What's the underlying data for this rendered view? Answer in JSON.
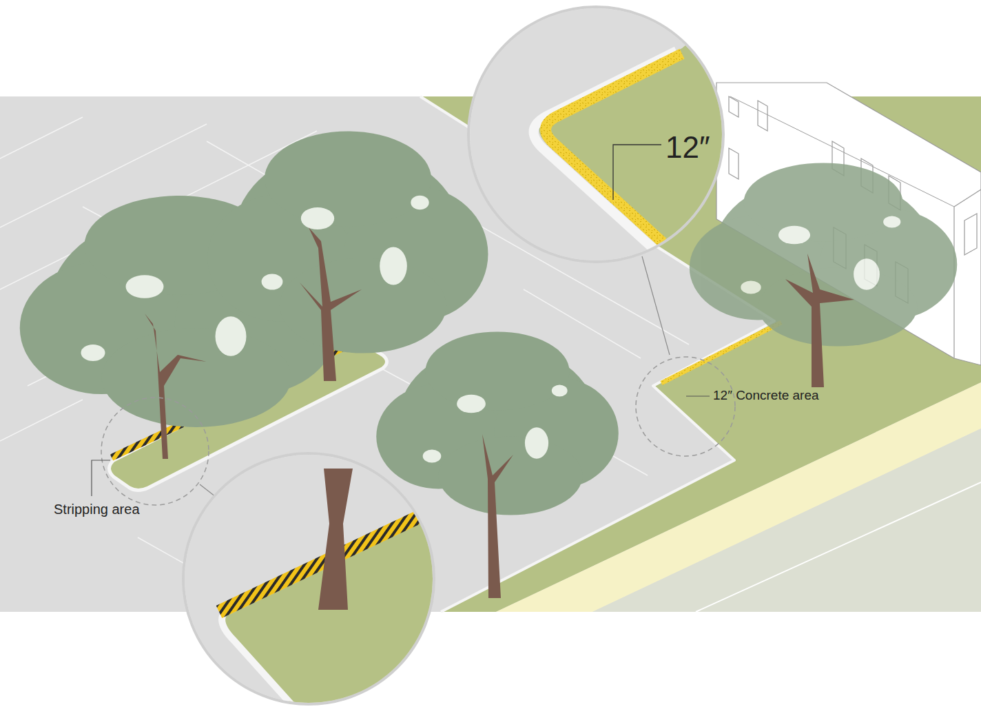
{
  "diagram": {
    "labels": [
      "12″",
      "12″ Concrete area",
      "Stripping area"
    ]
  }
}
